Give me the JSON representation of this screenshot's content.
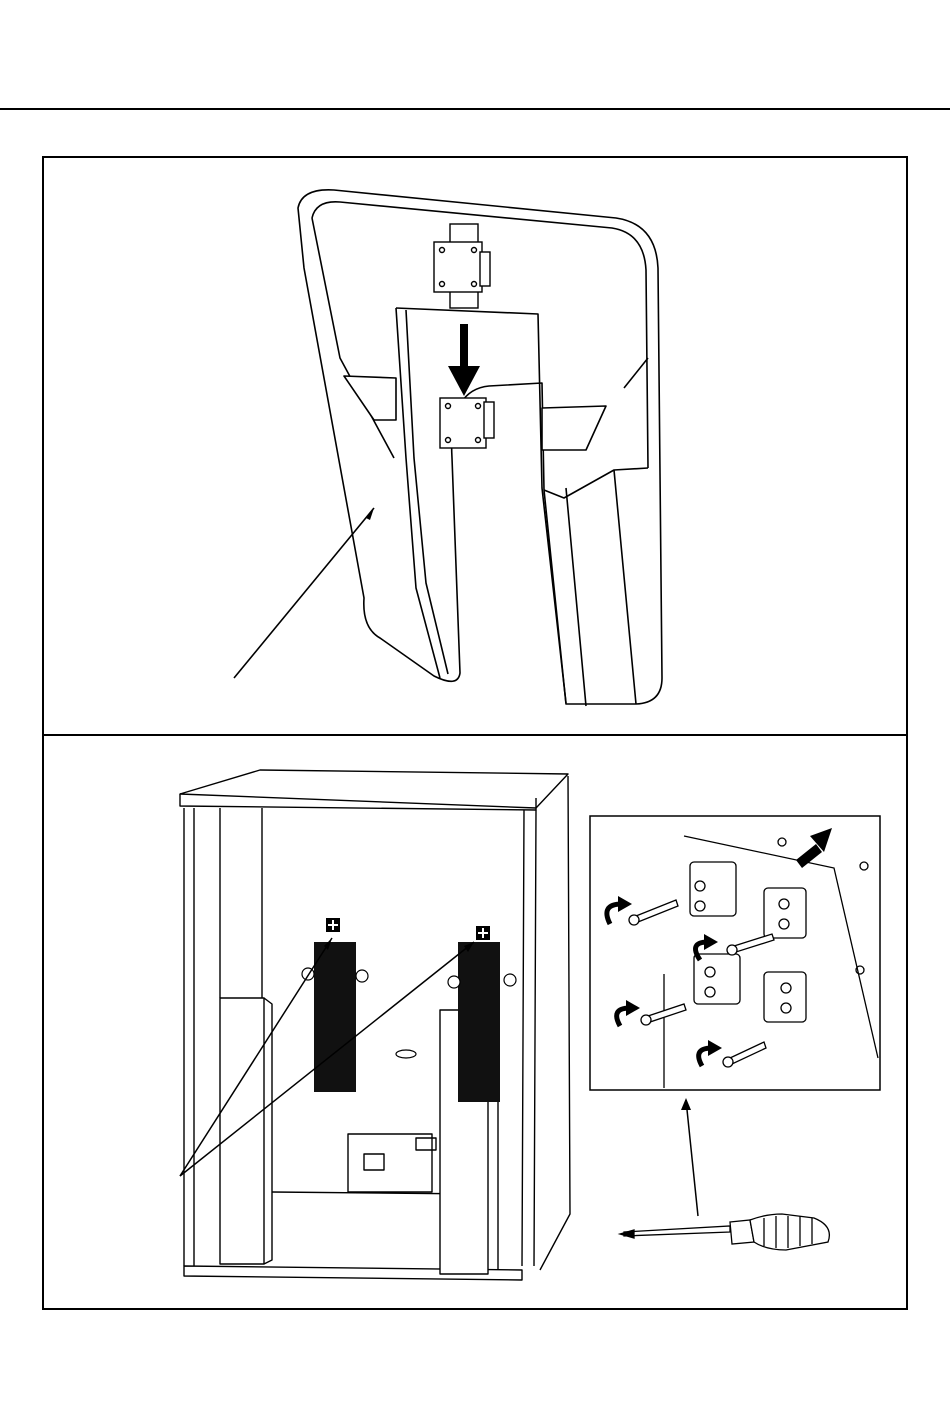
{
  "document": {
    "type": "assembly-instructions",
    "panels": [
      {
        "id": "step-1",
        "illustration": "rear-stand-panel",
        "icons": [
          "mounting-bracket-icon",
          "down-arrow-icon",
          "leader-line"
        ]
      },
      {
        "id": "step-2",
        "illustration": "cabinet-rear-view",
        "icons": [
          "hinge-detail-inset",
          "screw-icon",
          "rotate-arrow-icon",
          "screwdriver-icon",
          "leader-line"
        ]
      }
    ]
  }
}
